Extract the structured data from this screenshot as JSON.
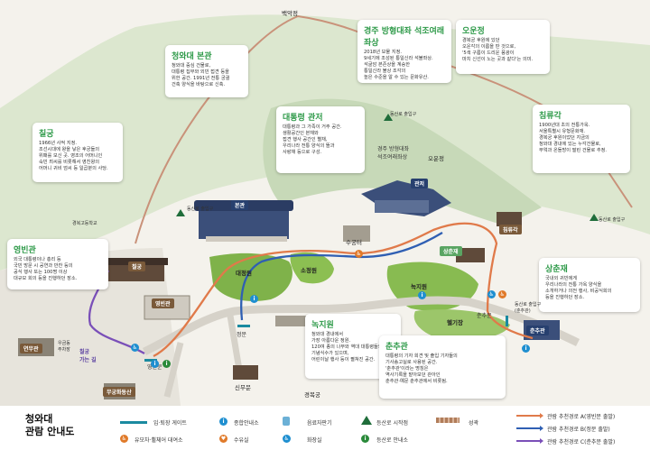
{
  "map": {
    "peaks": {
      "baegakjeong": "백악정"
    },
    "cards": {
      "bonkwan": {
        "title": "청와대 본관",
        "body": "청와대 중심 건물로,\n대통령 집무와 외빈 접견 등을\n위한 공간. 1991년 전통 궁궐\n건축 양식을 바탕으로 신축."
      },
      "chilgung": {
        "title": "칠궁",
        "body": "1966년 사적 지정.\n조선시대에 왕을 낳은 후궁들의\n위패를 모신 곳. 영조의 어머니인\n숙빈 최씨를 비롯해서 영친왕의\n어머니 귀비 엄씨 등 일곱분의 사당."
      },
      "yeongbingwan": {
        "title": "영빈관",
        "body": "외국 대통령이나 총리 등\n국빈 방문 시 공연과 만찬 등의\n공식 행사 또는 100명 이상\n대규모 회의 등을 진행하던 장소."
      },
      "gwanjeo": {
        "title": "대통령 관저",
        "body": "대통령과 그 가족이 거주 공간.\n생활공간인 본채와\n접견 행사 공간인 별채,\n우리나라 전통 양식의 뜰과\n사랑채 등으로 구성."
      },
      "bicheonsang": {
        "title": "경주 방형대좌 석조여래좌상",
        "body": "2018년 보물 지정.\n9세기에 조성된 통일신라 석불좌상.\n석굴암 본존상을 계승한\n통일신라 불상 조각의\n높은 수준을 알 수 있는 문화유산."
      },
      "oounjeong": {
        "title": "오운정",
        "body": "경복궁 후원에 있던\n오운각의 이름을 딴 것으로,\n'5색 구름이 드리운 풍광이\n마치 신선이 노는 곳과 같다'는 의미."
      },
      "chimnyugak": {
        "title": "침류각",
        "body": "1900년대 초의 전통가옥.\n서울특별시 유형문화재.\n경복궁 후원이었던 지금의\n청와대 경내에 있는 누각건물로,\n부엌과 온돌방이 딸린 건물로 추정."
      },
      "sangchunjae": {
        "title": "상춘재",
        "body": "국내외 귀빈에게\n우리나라의 전통 가옥 양식을\n소개하거나 의전 행사, 비공식회의\n등을 진행하던 장소."
      },
      "nokjiwon": {
        "title": "녹지원",
        "body": "청와대 경내에서\n가장 아름다운 정원.\n120여 종의 나무와 역대 대통령들의\n기념식수가 있으며,\n어린이날 행사 등이 펼쳐진 공간."
      },
      "chunchugwan": {
        "title": "춘추관",
        "body": "대통령의 기자 회견 및 출입 기자들의\n기사송고실로 사용된 공간.\n'춘추관'이라는 명칭은\n역사기록을 맡아보던 관아인\n춘추관·예문 춘추관에서 비롯됨."
      }
    },
    "labels": {
      "bonkwan_tag": "본관",
      "gwanjeo_tag": "관저",
      "chilgung_tag": "칠궁",
      "yeongbingwan_tag": "영빈관",
      "chimnyugak_tag": "침류각",
      "sangchunjae_tag": "상춘재",
      "chunchugwan_tag": "춘추관",
      "heligwang": "헬기장",
      "yeonmugwan": "연무관",
      "muhoengwan": "무궁화동산",
      "daejeongwon": "대정원",
      "sojeongwon": "소정원",
      "nokjiwon_lbl": "녹지원",
      "sugungteo": "수궁터",
      "oounjeong_lbl": "오운정",
      "bicheonsang_lbl": "경주 방형대좌\n석조여래좌상",
      "sinmumun": "신무문",
      "gyeongbokgung": "경복궁",
      "chilgung_gate": "칠궁\n가는 길",
      "yeongbinmun": "영빈문",
      "jeongmun": "정문",
      "chunchumun": "춘추문",
      "chunchumun2": "동산로 출입구\n(춘추관)",
      "entrance_left": "동산로 출입구",
      "entrance_right": "동산로 출입구",
      "gyeongbok_high": "경복고등학교",
      "urijang": "우금동\n주차장",
      "bukaksan": "동산로 출입구"
    },
    "roads": {
      "a_color": "#e07a4a",
      "b_color": "#2f5fb3",
      "c_color": "#7a4fb8",
      "trail_color": "#c9927a"
    }
  },
  "legend": {
    "title_line1": "청와대",
    "title_line2": "관람 안내도",
    "items": {
      "gate": "입·퇴장 게이트",
      "info": "종합안내소",
      "vending": "음료자판기",
      "trailhead": "등산로 시작점",
      "wall": "성곽",
      "stroller": "유모차·휠체어 대여소",
      "water": "수유실",
      "toilet": "화장실",
      "trail_info": "등산로 안내소",
      "route_a": "관람 추천경로 A(영빈문 출발)",
      "route_b": "관람 추천경로 B(정문 출발)",
      "route_c": "관람 추천경로 C(춘추문 출발)"
    },
    "icon_glyphs": {
      "info": "i",
      "toilet": "♿",
      "stroller": "♿",
      "water": "♥",
      "trail_info": "i"
    }
  }
}
